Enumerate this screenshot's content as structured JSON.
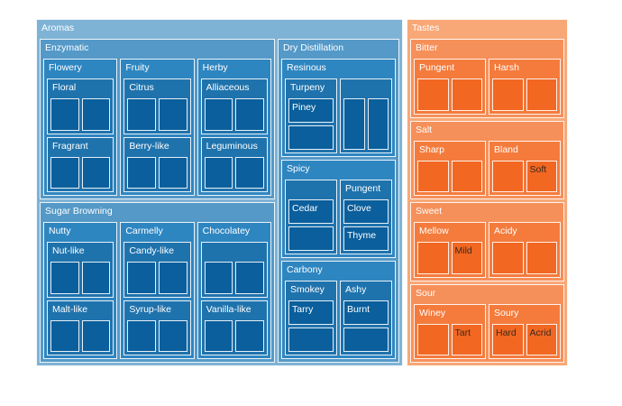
{
  "chart_data": {
    "type": "treemap",
    "title": "",
    "colors": {
      "Aromas": [
        "#7fb3d5",
        "#5499c7",
        "#2e86c1",
        "#1f73ad",
        "#0a5f9c"
      ],
      "Tastes": [
        "#f8a877",
        "#f6905a",
        "#f47b3c",
        "#f26722",
        "#f0581a"
      ]
    },
    "tree": [
      {
        "label": "Aromas",
        "children": [
          {
            "label": "Enzymatic",
            "children": [
              {
                "label": "Flowery",
                "children": [
                  {
                    "label": "Floral",
                    "children": [
                      {
                        "label": ""
                      },
                      {
                        "label": ""
                      }
                    ]
                  },
                  {
                    "label": "Fragrant",
                    "children": [
                      {
                        "label": ""
                      },
                      {
                        "label": ""
                      }
                    ]
                  }
                ]
              },
              {
                "label": "Fruity",
                "children": [
                  {
                    "label": "Citrus",
                    "children": [
                      {
                        "label": ""
                      },
                      {
                        "label": ""
                      }
                    ]
                  },
                  {
                    "label": "Berry-like",
                    "children": [
                      {
                        "label": ""
                      },
                      {
                        "label": ""
                      }
                    ]
                  }
                ]
              },
              {
                "label": "Herby",
                "children": [
                  {
                    "label": "Alliaceous",
                    "children": [
                      {
                        "label": ""
                      },
                      {
                        "label": ""
                      }
                    ]
                  },
                  {
                    "label": "Leguminous",
                    "children": [
                      {
                        "label": ""
                      },
                      {
                        "label": ""
                      }
                    ]
                  }
                ]
              }
            ]
          },
          {
            "label": "Sugar Browning",
            "children": [
              {
                "label": "Nutty",
                "children": [
                  {
                    "label": "Nut-like",
                    "children": [
                      {
                        "label": ""
                      },
                      {
                        "label": ""
                      }
                    ]
                  },
                  {
                    "label": "Malt-like",
                    "children": [
                      {
                        "label": ""
                      },
                      {
                        "label": ""
                      }
                    ]
                  }
                ]
              },
              {
                "label": "Carmelly",
                "children": [
                  {
                    "label": "Candy-like",
                    "children": [
                      {
                        "label": ""
                      },
                      {
                        "label": ""
                      }
                    ]
                  },
                  {
                    "label": "Syrup-like",
                    "children": [
                      {
                        "label": ""
                      },
                      {
                        "label": ""
                      }
                    ]
                  }
                ]
              },
              {
                "label": "Chocolatey",
                "children": [
                  {
                    "label": "",
                    "children": [
                      {
                        "label": ""
                      },
                      {
                        "label": ""
                      }
                    ]
                  },
                  {
                    "label": "Vanilla-like",
                    "children": [
                      {
                        "label": ""
                      },
                      {
                        "label": ""
                      }
                    ]
                  }
                ]
              }
            ]
          },
          {
            "label": "Dry Distillation",
            "children": [
              {
                "label": "Resinous",
                "children": [
                  {
                    "label": "Turpeny",
                    "children": [
                      {
                        "label": "Piney"
                      },
                      {
                        "label": ""
                      }
                    ]
                  },
                  {
                    "label": "",
                    "children": [
                      {
                        "label": ""
                      },
                      {
                        "label": ""
                      }
                    ]
                  }
                ]
              },
              {
                "label": "Spicy",
                "children": [
                  {
                    "label": "",
                    "children": [
                      {
                        "label": "Cedar"
                      },
                      {
                        "label": ""
                      }
                    ]
                  },
                  {
                    "label": "Pungent",
                    "children": [
                      {
                        "label": "Clove"
                      },
                      {
                        "label": "Thyme"
                      }
                    ]
                  }
                ]
              },
              {
                "label": "Carbony",
                "children": [
                  {
                    "label": "Smokey",
                    "children": [
                      {
                        "label": "Tarry"
                      },
                      {
                        "label": ""
                      }
                    ]
                  },
                  {
                    "label": "Ashy",
                    "children": [
                      {
                        "label": "Burnt"
                      },
                      {
                        "label": ""
                      }
                    ]
                  }
                ]
              }
            ]
          }
        ]
      },
      {
        "label": "Tastes",
        "children": [
          {
            "label": "Bitter",
            "children": [
              {
                "label": "Pungent",
                "children": [
                  {
                    "label": ""
                  },
                  {
                    "label": ""
                  }
                ]
              },
              {
                "label": "Harsh",
                "children": [
                  {
                    "label": ""
                  },
                  {
                    "label": ""
                  }
                ]
              }
            ]
          },
          {
            "label": "Salt",
            "children": [
              {
                "label": "Sharp",
                "children": [
                  {
                    "label": ""
                  },
                  {
                    "label": ""
                  }
                ]
              },
              {
                "label": "Bland",
                "children": [
                  {
                    "label": ""
                  },
                  {
                    "label": "Soft"
                  }
                ]
              }
            ]
          },
          {
            "label": "Sweet",
            "children": [
              {
                "label": "Mellow",
                "children": [
                  {
                    "label": ""
                  },
                  {
                    "label": "Mild"
                  }
                ]
              },
              {
                "label": "Acidy",
                "children": [
                  {
                    "label": ""
                  },
                  {
                    "label": ""
                  }
                ]
              }
            ]
          },
          {
            "label": "Sour",
            "children": [
              {
                "label": "Winey",
                "children": [
                  {
                    "label": ""
                  },
                  {
                    "label": "Tart"
                  }
                ]
              },
              {
                "label": "Soury",
                "children": [
                  {
                    "label": "Hard"
                  },
                  {
                    "label": "Acrid"
                  }
                ]
              }
            ]
          }
        ]
      }
    ]
  }
}
